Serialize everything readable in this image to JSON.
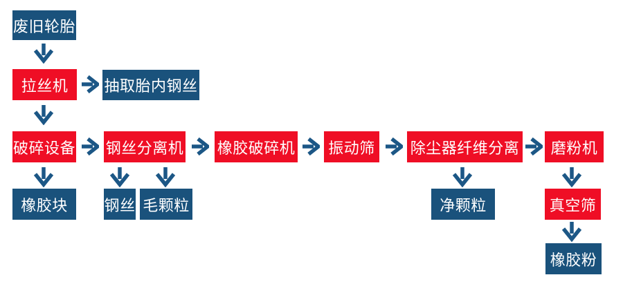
{
  "diagram": {
    "type": "flowchart",
    "subject": "waste-tire-recycling-process",
    "colors": {
      "process_box_red": "#ef0e25",
      "result_box_blue": "#1a527c",
      "arrow_blue": "#1c5786",
      "box_text_white": "#ffffff",
      "background_white": "#ffffff"
    },
    "icons": {
      "arrow_down": "↓",
      "arrow_right": "→"
    },
    "nodes": {
      "waste_tire": "废旧轮胎",
      "wire_drawing_machine": "拉丝机",
      "extract_tire_steel_wire": "抽取胎内钢丝",
      "crushing_equipment": "破碎设备",
      "steel_wire_separator": "钢丝分离机",
      "rubber_crusher": "橡胶破碎机",
      "vibrating_screen": "振动筛",
      "dust_collector_fiber_separation": "除尘器纤维分离",
      "mill": "磨粉机",
      "rubber_block": "橡胶块",
      "steel_wire": "钢丝",
      "fuzzy_granules": "毛颗粒",
      "clean_granules": "净颗粒",
      "vacuum_screen": "真空筛",
      "rubber_powder": "橡胶粉"
    },
    "edges": [
      [
        "废旧轮胎",
        "拉丝机"
      ],
      [
        "拉丝机",
        "抽取胎内钢丝"
      ],
      [
        "拉丝机",
        "破碎设备"
      ],
      [
        "破碎设备",
        "钢丝分离机"
      ],
      [
        "破碎设备",
        "橡胶块"
      ],
      [
        "钢丝分离机",
        "橡胶破碎机"
      ],
      [
        "钢丝分离机",
        "钢丝"
      ],
      [
        "钢丝分离机",
        "毛颗粒"
      ],
      [
        "橡胶破碎机",
        "振动筛"
      ],
      [
        "振动筛",
        "除尘器纤维分离"
      ],
      [
        "除尘器纤维分离",
        "磨粉机"
      ],
      [
        "除尘器纤维分离",
        "净颗粒"
      ],
      [
        "磨粉机",
        "真空筛"
      ],
      [
        "真空筛",
        "橡胶粉"
      ]
    ]
  }
}
